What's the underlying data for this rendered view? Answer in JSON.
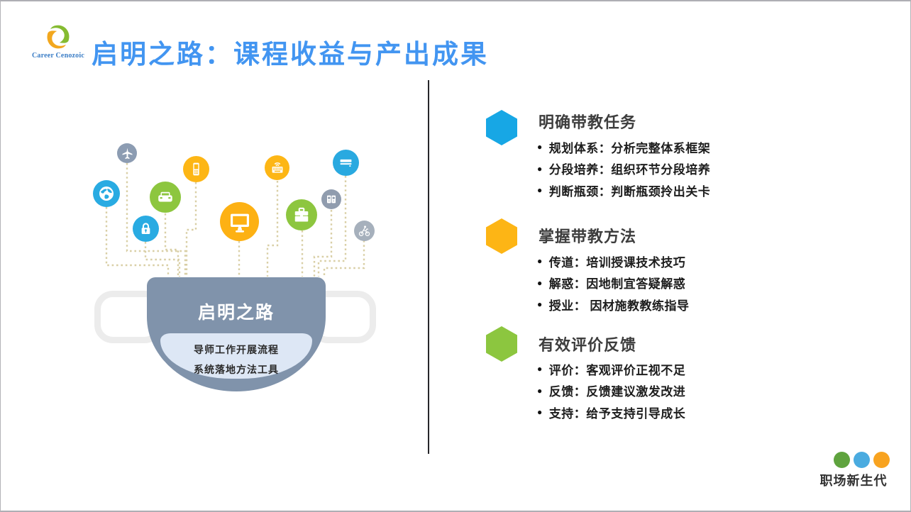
{
  "header": {
    "logo_text": "Career Cenozoic",
    "title": "启明之路：课程收益与产出成果",
    "title_color": "#4295f1"
  },
  "funnel": {
    "title": "启明之路",
    "lines": [
      "导师工作开展流程",
      "系统落地方法工具"
    ],
    "body_color": "#8093ab",
    "inner_color": "#dde7f5",
    "handle_color": "#ececec",
    "connector_dash_color": "#d9cfa6"
  },
  "icons": [
    {
      "name": "airplane-icon",
      "color": "#8c9cb2"
    },
    {
      "name": "globe-icon",
      "color": "#29abe2"
    },
    {
      "name": "mobile-phone-icon",
      "color": "#fdb615"
    },
    {
      "name": "car-icon",
      "color": "#8dc63f"
    },
    {
      "name": "lock-icon",
      "color": "#29abe2"
    },
    {
      "name": "monitor-icon",
      "color": "#fdb113"
    },
    {
      "name": "keyboard-icon",
      "color": "#fdb615"
    },
    {
      "name": "briefcase-icon",
      "color": "#8dc63f"
    },
    {
      "name": "speakers-icon",
      "color": "#909cae"
    },
    {
      "name": "credit-card-icon",
      "color": "#29a9e0"
    },
    {
      "name": "cyclist-icon",
      "color": "#a6b0bc"
    }
  ],
  "sections": [
    {
      "heading": "明确带教任务",
      "hex_color": "#17a7e5",
      "bullets": [
        "规划体系：分析完整体系框架",
        "分段培养：组织环节分段培养",
        "判断瓶颈：判断瓶颈拎出关卡"
      ]
    },
    {
      "heading": "掌握带教方法",
      "hex_color": "#fdb515",
      "bullets": [
        "传道：培训授课技术技巧",
        "解惑：因地制宜答疑解惑",
        "授业： 因材施教教练指导"
      ]
    },
    {
      "heading": "有效评价反馈",
      "hex_color": "#8cc63f",
      "bullets": [
        "评价：客观评价正视不足",
        "反馈：反馈建议激发改进",
        "支持：给予支持引导成长"
      ]
    }
  ],
  "footer": {
    "brand": "职场新生代",
    "dot_colors": [
      "#5fa33e",
      "#4aabe0",
      "#f8a320"
    ]
  }
}
